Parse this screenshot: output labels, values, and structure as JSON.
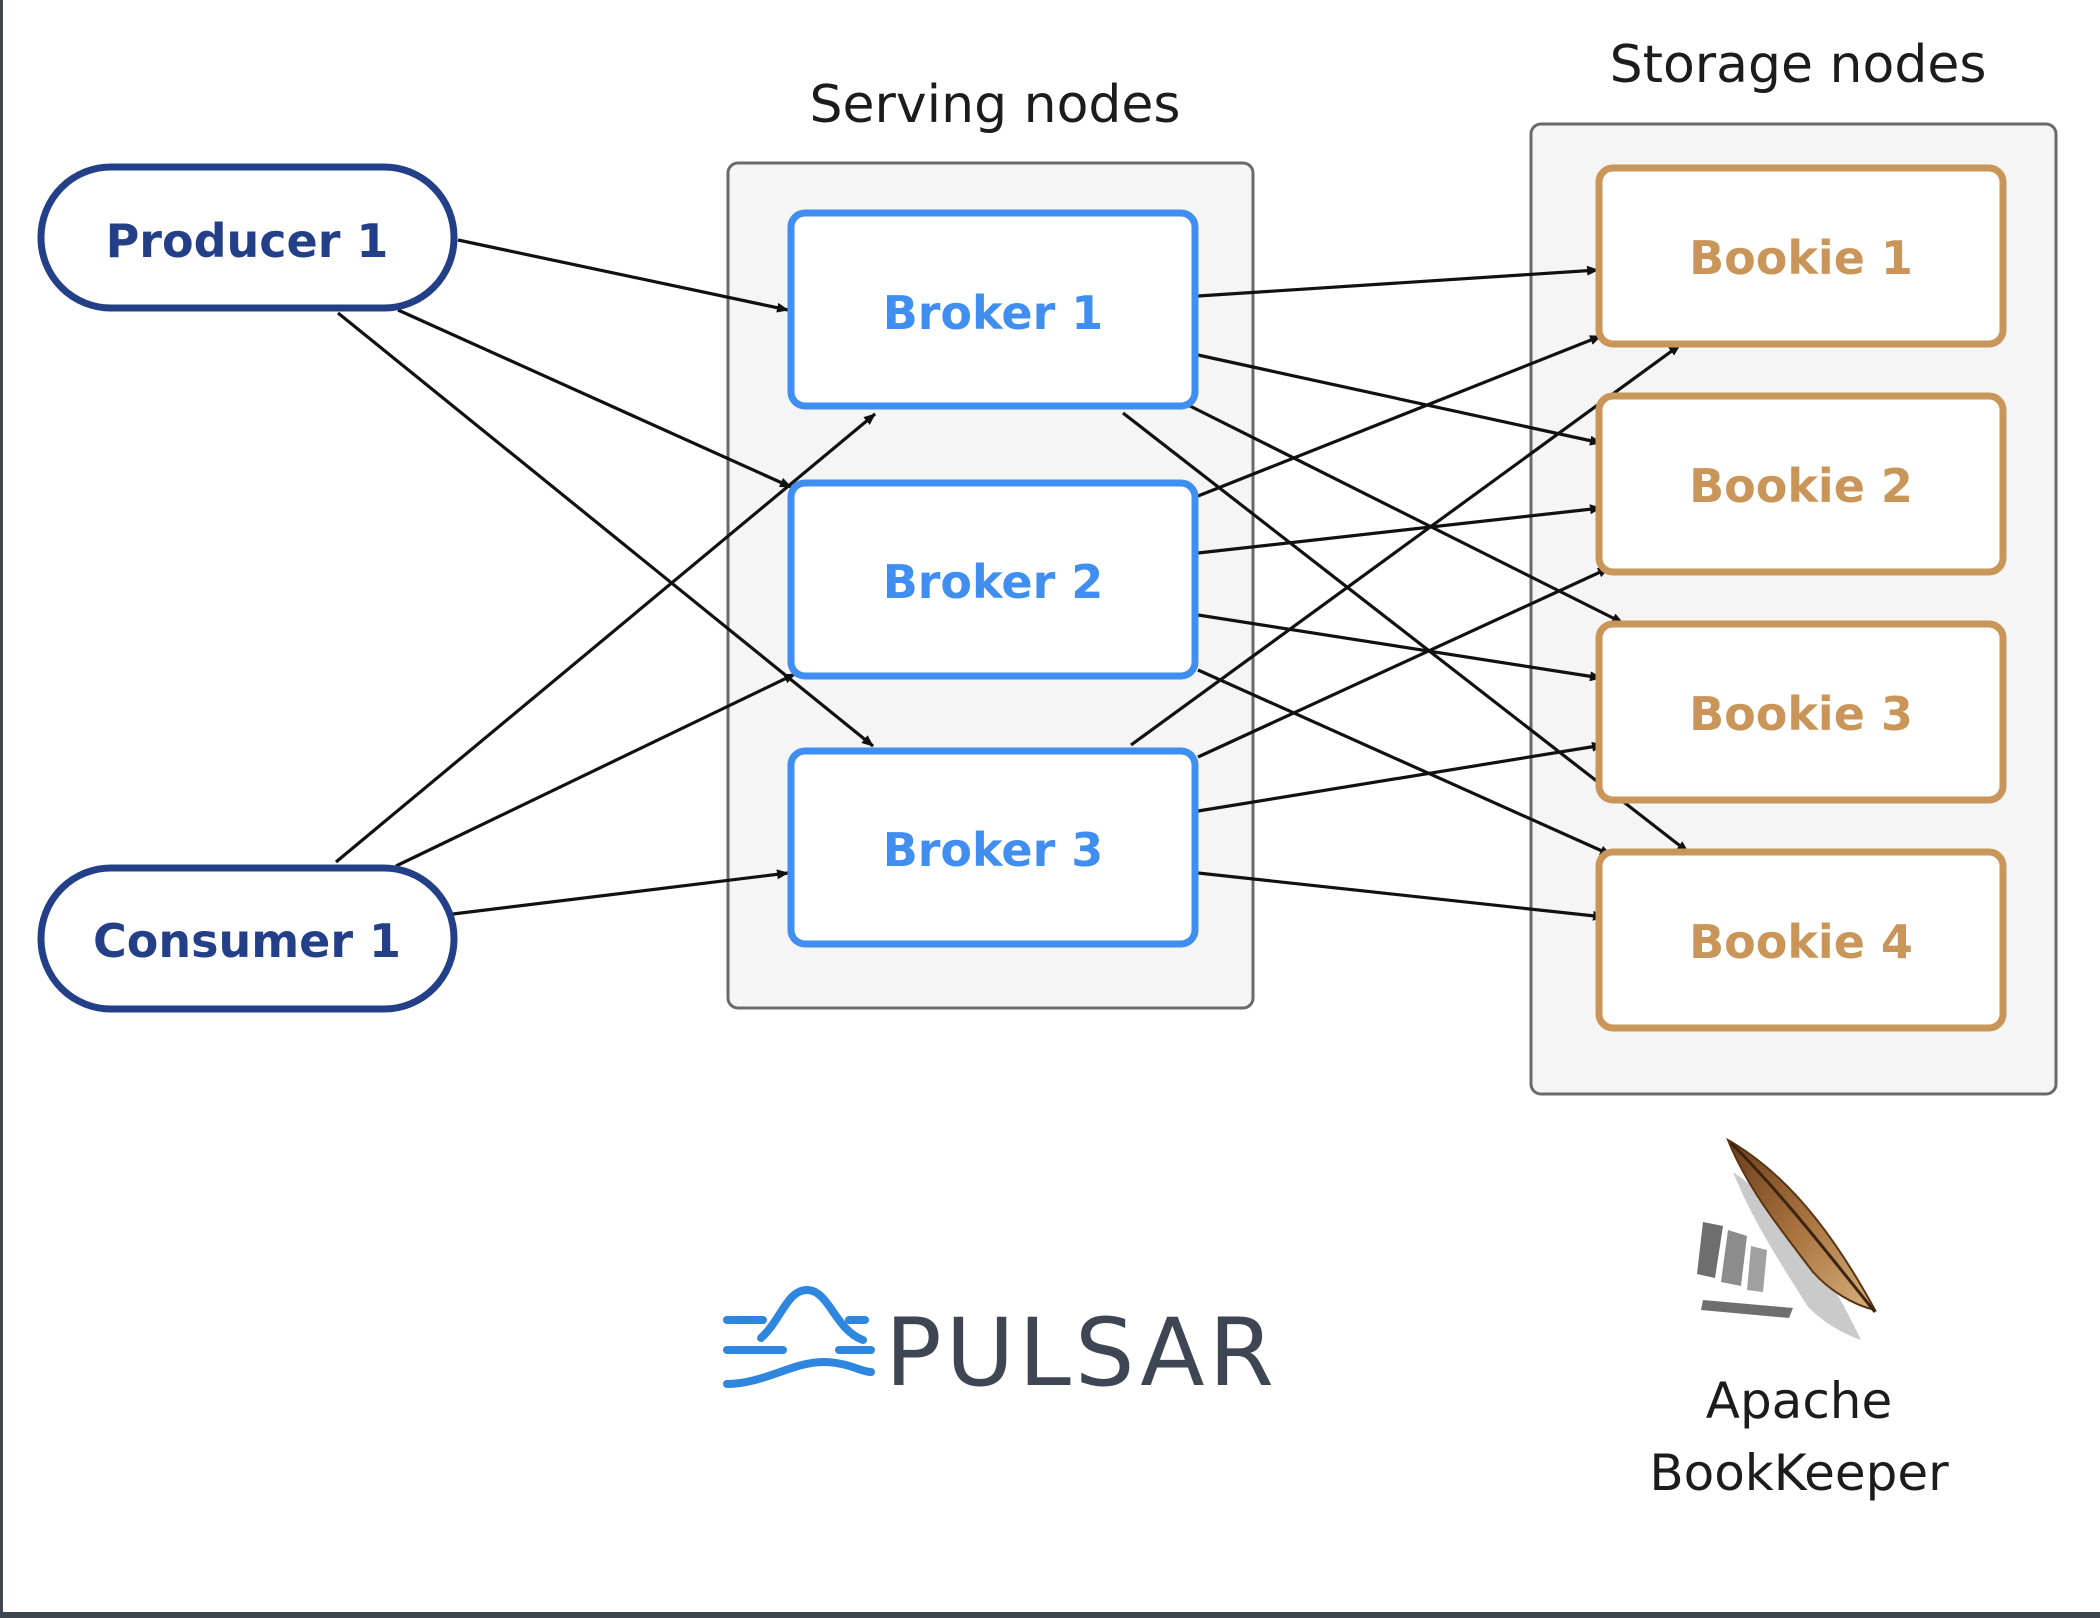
{
  "groups": {
    "serving": {
      "title": "Serving nodes"
    },
    "storage": {
      "title": "Storage nodes"
    }
  },
  "clients": {
    "producer": {
      "label": "Producer 1"
    },
    "consumer": {
      "label": "Consumer 1"
    }
  },
  "brokers": [
    {
      "label": "Broker 1"
    },
    {
      "label": "Broker 2"
    },
    {
      "label": "Broker 3"
    }
  ],
  "bookies": [
    {
      "label": "Bookie 1"
    },
    {
      "label": "Bookie 2"
    },
    {
      "label": "Bookie 3"
    },
    {
      "label": "Bookie 4"
    }
  ],
  "logos": {
    "pulsar": {
      "wordmark": "PULSAR"
    },
    "bookkeeper": {
      "caption_line1": "Apache",
      "caption_line2": "BookKeeper"
    }
  },
  "colors": {
    "client": "#233f87",
    "broker": "#3f8ef0",
    "bookie": "#c99558",
    "group_fill": "#f5f5f5",
    "group_border": "#6a6a6a",
    "arrow": "#111111",
    "pulsar_blue": "#2f86de",
    "pulsar_text": "#3d4652",
    "frame": "#3f4650"
  }
}
